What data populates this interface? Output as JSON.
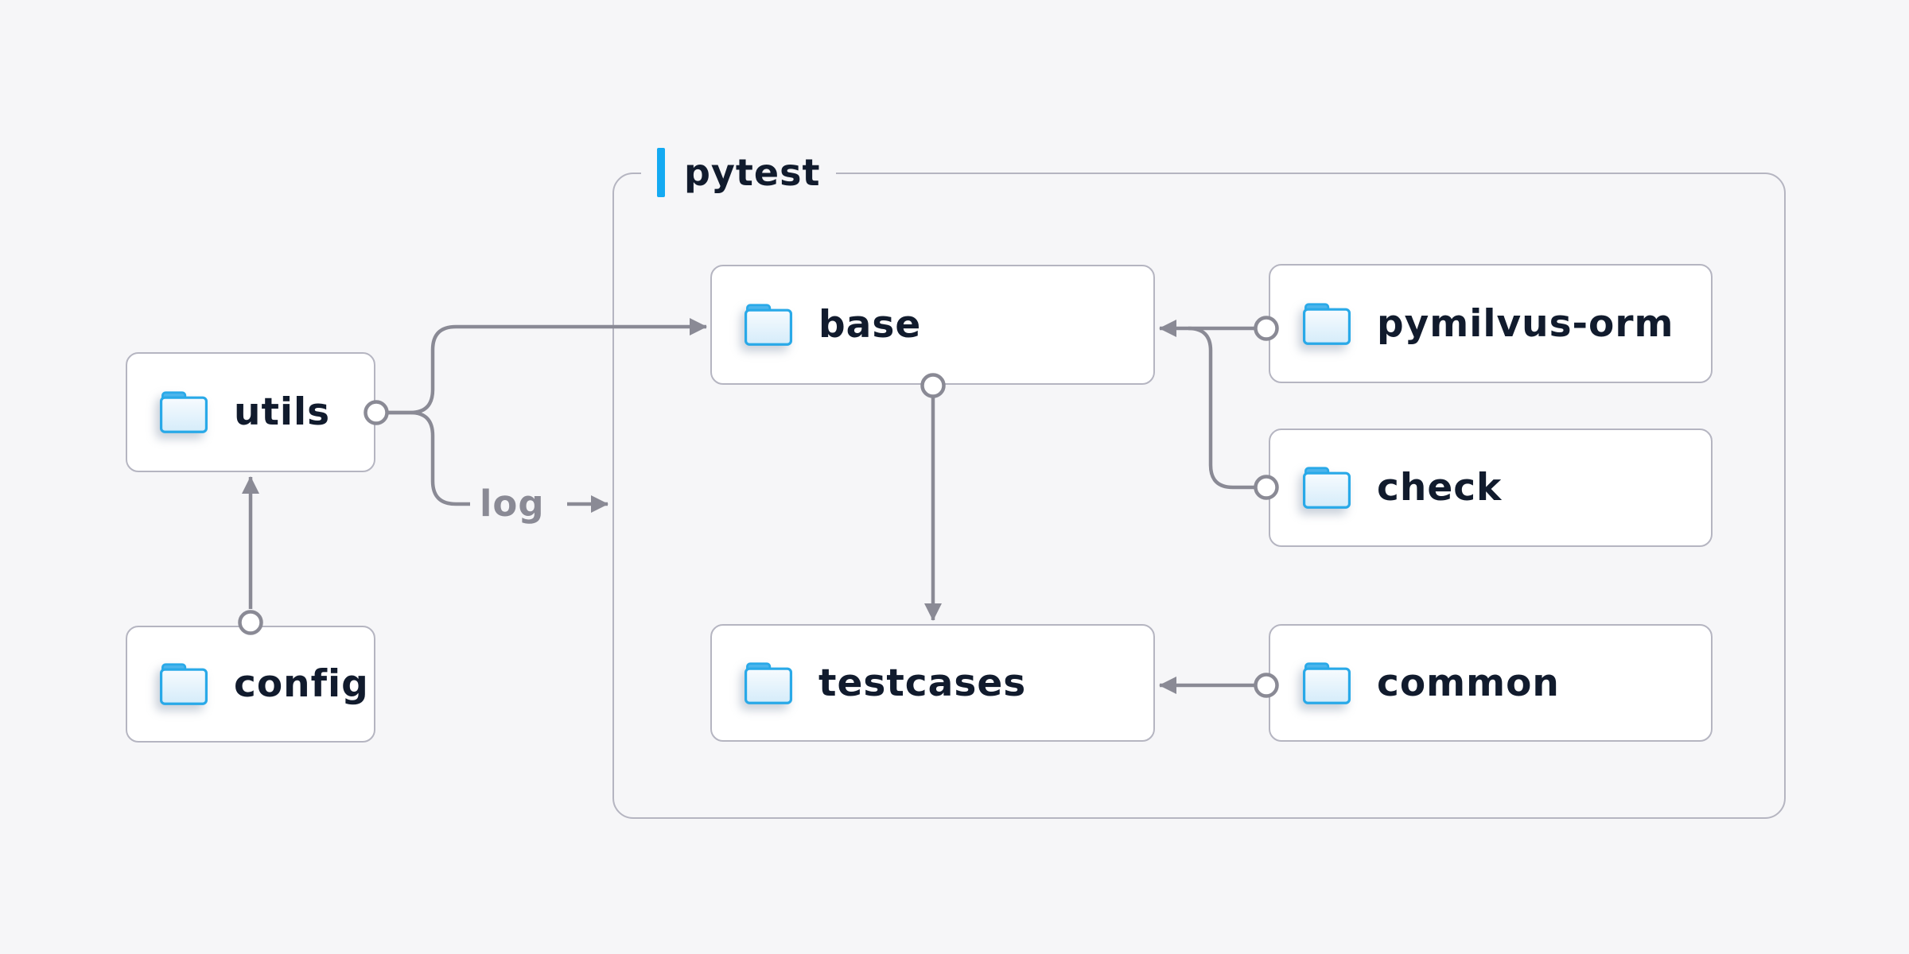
{
  "diagram": {
    "group_label": "pytest",
    "edge_label": "log",
    "nodes": [
      {
        "id": "utils",
        "label": "utils",
        "icon": "folder-icon"
      },
      {
        "id": "config",
        "label": "config",
        "icon": "folder-icon"
      },
      {
        "id": "base",
        "label": "base",
        "icon": "folder-icon"
      },
      {
        "id": "testcases",
        "label": "testcases",
        "icon": "folder-icon"
      },
      {
        "id": "pymilvus-orm",
        "label": "pymilvus-orm",
        "icon": "folder-icon"
      },
      {
        "id": "check",
        "label": "check",
        "icon": "folder-icon"
      },
      {
        "id": "common",
        "label": "common",
        "icon": "folder-icon"
      }
    ],
    "edges": [
      {
        "from": "config",
        "to": "utils"
      },
      {
        "from": "utils",
        "to": "base"
      },
      {
        "from": "utils",
        "to": "pytest",
        "label": "log"
      },
      {
        "from": "pymilvus-orm",
        "to": "base"
      },
      {
        "from": "check",
        "to": "base"
      },
      {
        "from": "base",
        "to": "testcases"
      },
      {
        "from": "common",
        "to": "testcases"
      }
    ]
  },
  "colors": {
    "bg": "#f6f6f8",
    "node-fill": "#ffffff",
    "node-border": "#b5b5c1",
    "connector": "#8a8a95",
    "ink": "#111b2d",
    "accent": "#14aaf2",
    "folder-stroke": "#29a9e8",
    "folder-tab": "#4cb5ec",
    "folder-fill-top": "#f7fbfe",
    "folder-fill-bottom": "#d5ecfa"
  }
}
